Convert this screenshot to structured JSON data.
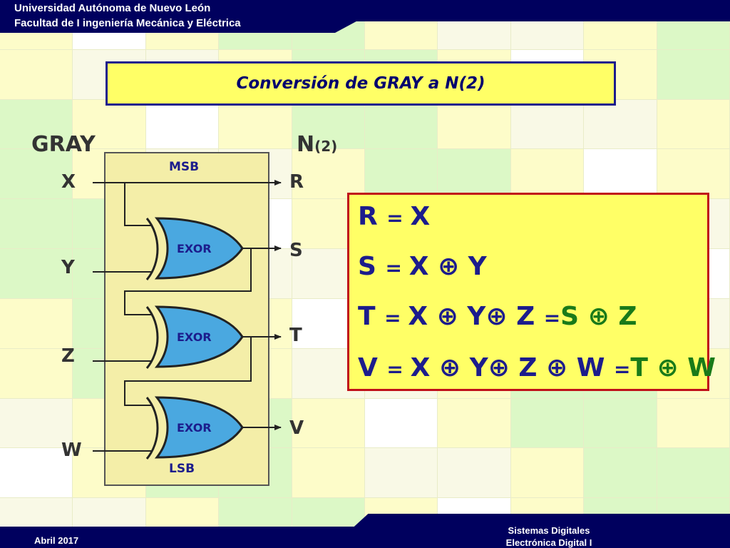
{
  "header": {
    "line1": "Universidad Autónoma de Nuevo León",
    "line2": "Facultad de I ingeniería Mecánica y Eléctrica"
  },
  "footer": {
    "date": "Abril 2017",
    "course_line1": "Sistemas Digitales",
    "course_line2": "Electrónica Digital I"
  },
  "slide": {
    "title": "Conversión de GRAY a N(2)"
  },
  "diagram": {
    "input_heading": "GRAY",
    "output_heading": "N",
    "output_heading_sub": "(2)",
    "msb_label": "MSB",
    "lsb_label": "LSB",
    "gate_label": "EXOR",
    "inputs": [
      "X",
      "Y",
      "Z",
      "W"
    ],
    "outputs": [
      "R",
      "S",
      "T",
      "V"
    ]
  },
  "equations": [
    {
      "parts": [
        {
          "text": "R ",
          "color": "blue"
        },
        {
          "text": "= ",
          "color": "blue",
          "small": true
        },
        {
          "text": "X",
          "color": "blue"
        }
      ]
    },
    {
      "parts": [
        {
          "text": "S ",
          "color": "blue"
        },
        {
          "text": "= ",
          "color": "blue",
          "small": true
        },
        {
          "text": "X ⊕ Y",
          "color": "blue"
        }
      ]
    },
    {
      "parts": [
        {
          "text": "T ",
          "color": "blue"
        },
        {
          "text": "= ",
          "color": "blue",
          "small": true
        },
        {
          "text": "X ⊕ Y⊕ Z ",
          "color": "blue"
        },
        {
          "text": "=",
          "color": "blue",
          "small": true
        },
        {
          "text": "S ⊕ Z",
          "color": "green"
        }
      ]
    },
    {
      "parts": [
        {
          "text": "V ",
          "color": "blue"
        },
        {
          "text": "= ",
          "color": "blue",
          "small": true
        },
        {
          "text": "X ⊕ Y⊕ Z ⊕ W ",
          "color": "blue"
        },
        {
          "text": "=",
          "color": "blue",
          "small": true
        },
        {
          "text": "T ⊕ W",
          "color": "green"
        }
      ]
    }
  ],
  "colors": {
    "navy": "#00005e",
    "eq_blue": "#1c1c8c",
    "eq_green": "#197a19",
    "eq_border": "#c0101a",
    "gate_fill": "#4aa8e0",
    "panel_fill": "#f4eea8"
  }
}
